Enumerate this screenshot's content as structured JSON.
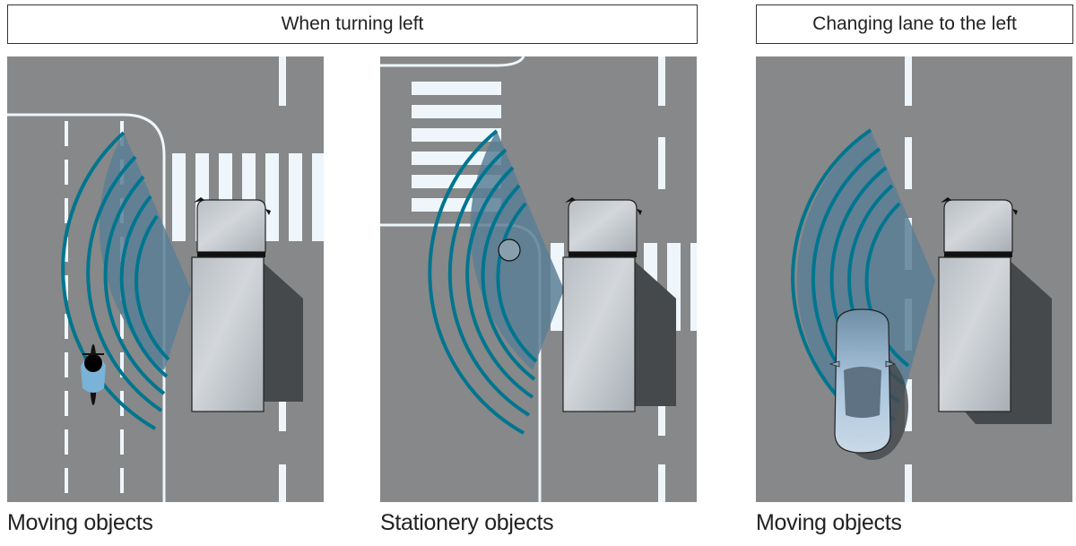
{
  "headers": {
    "turning_left": "When turning left",
    "changing_lane": "Changing lane to the left"
  },
  "panels": [
    {
      "id": "moving-left-turn",
      "caption": "Moving objects",
      "scenario": "Truck turning left with cyclist detected in blind spot"
    },
    {
      "id": "stationary-left-turn",
      "caption": "Stationery objects",
      "scenario": "Truck turning left with stationary post detected"
    },
    {
      "id": "moving-lane-change",
      "caption": "Moving objects",
      "scenario": "Truck changing lane with car detected in adjacent lane"
    }
  ],
  "colors": {
    "road": "#878889",
    "marking": "#eef6fc",
    "sensor_arc": "#00758f",
    "sensor_zone": "#5b7f95",
    "sensor_highlight": "#7fbde2",
    "truck_body": "#c4c9ce",
    "shadow": "#45494c"
  }
}
